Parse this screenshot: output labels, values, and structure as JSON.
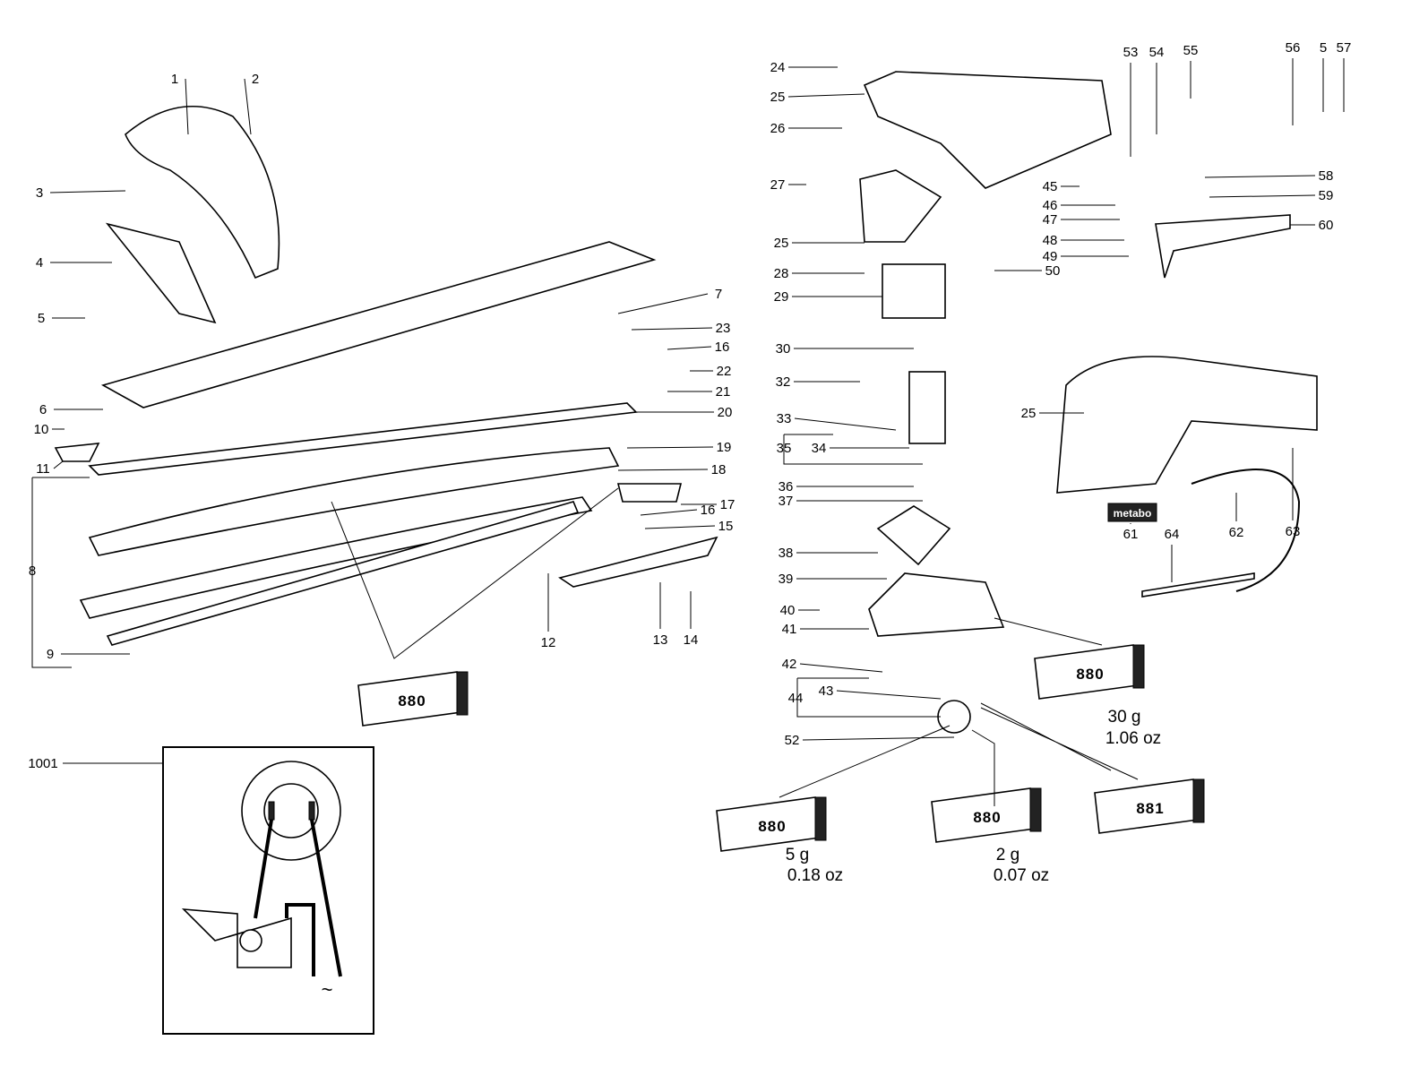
{
  "callouts": [
    "1",
    "2",
    "3",
    "4",
    "5",
    "6",
    "7",
    "23",
    "16",
    "22",
    "21",
    "20",
    "10",
    "19",
    "11",
    "18",
    "8",
    "17",
    "16",
    "15",
    "12",
    "13",
    "14",
    "9",
    "1001",
    "24",
    "25",
    "26",
    "27",
    "25",
    "28",
    "29",
    "30",
    "32",
    "33",
    "35",
    "34",
    "36",
    "37",
    "38",
    "39",
    "40",
    "41",
    "42",
    "43",
    "44",
    "52",
    "45",
    "46",
    "47",
    "48",
    "49",
    "50",
    "53",
    "54",
    "55",
    "56",
    "5",
    "57",
    "58",
    "59",
    "60",
    "25",
    "61",
    "64",
    "62",
    "63"
  ],
  "tubes": [
    {
      "code": "880",
      "amount": "",
      "amount_oz": ""
    },
    {
      "code": "880",
      "amount": "30 g",
      "amount_oz": "1.06 oz"
    },
    {
      "code": "880",
      "amount": "5 g",
      "amount_oz": "0.18 oz"
    },
    {
      "code": "880",
      "amount": "2 g",
      "amount_oz": "0.07 oz"
    },
    {
      "code": "881",
      "amount": "",
      "amount_oz": ""
    }
  ],
  "logo_text": "metabo",
  "wiring_symbol": "~"
}
